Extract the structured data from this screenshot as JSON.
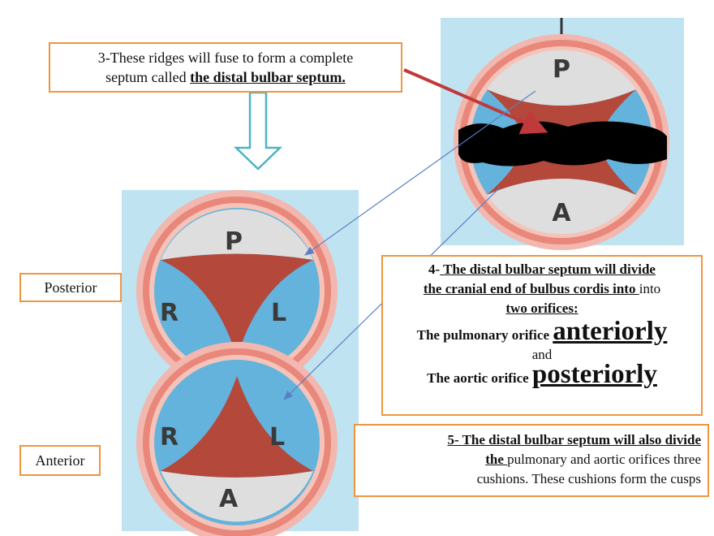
{
  "box3": {
    "line1": "3-These  ridges will fuse to form a complete",
    "line2_plain": "septum called ",
    "line2_emph": "the distal bulbar septum."
  },
  "box4": {
    "prefix": "4-",
    "emph1": " The distal bulbar septum  will  divide",
    "emph2": "the cranial end of bulbus cordis into ",
    "plain1": "into",
    "emph3": "two orifices:",
    "pulm_text": "The pulmonary orifice ",
    "pulm_big": "anteriorly",
    "and": "and",
    "aortic_text": "The aortic orifice ",
    "aortic_big": "posteriorly"
  },
  "box5": {
    "emph1": "5- The distal bulbar septum  will  also divide",
    "emph2": "the ",
    "plain1": "pulmonary and aortic orifices three",
    "plain2": "cushions. These cushions form the cusps"
  },
  "labels": {
    "posterior": "Posterior",
    "anterior": "Anterior"
  },
  "diagram": {
    "top_letters": [
      "P",
      "A"
    ],
    "posterior_letters": [
      "P",
      "R",
      "L"
    ],
    "anterior_letters": [
      "R",
      "L",
      "A"
    ]
  },
  "colors": {
    "box_border": "#f0953f",
    "arrow_blue": "#5b7fc4",
    "arrow_red": "#c0393b",
    "down_arrow": "#4fb3c4",
    "ring": "#e8877a",
    "cushion_blue": "#63b3dd",
    "septum_red": "#b4483a",
    "cusp_gray": "#dedede",
    "panel_bg": "#bfe3f0"
  }
}
